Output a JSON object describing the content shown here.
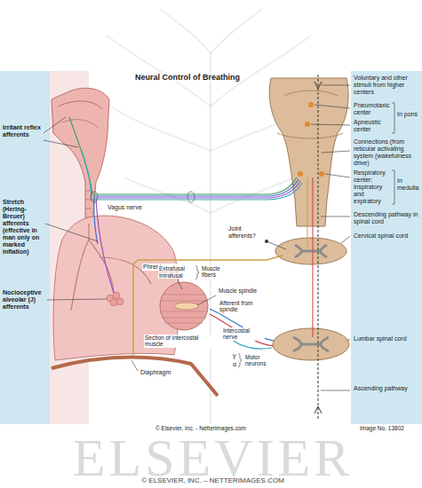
{
  "diagram": {
    "title": "Neural Control of Breathing",
    "labels": [
      "Irritant reflex afferents",
      "Stretch (Hering-Breuer) afferents (effective in man only on marked inflation)",
      "Nocioceptive alveolar (J) afferents",
      "Vagus nerve",
      "Phrenic nerve",
      "Joint afferents?",
      "Extrafusal",
      "Intrafusal",
      "Muscle fibers",
      "Muscle spindle",
      "Afferent from spindle",
      "Section of intercostal muscle",
      "Intercostal nerve",
      "γ",
      "α",
      "Motor neurons",
      "Diaphragm",
      "Voluntary and other stimuli from higher centers",
      "Pneumotaxic center",
      "Apneustic center",
      "In pons",
      "Connections (from reticular activating system (wakefulness drive)",
      "Respiratory center; inspiratory and expiratory",
      "In medulla",
      "Descending pathway in spinal cord",
      "Cervical spinal cord",
      "Lumbar spinal cord",
      "Ascending pathway",
      "© Elsevier, Inc. - Netterimages.com",
      "Image No. 13802",
      "ELSEVIER",
      "© ELSEVIER, INC. – NETTERIMAGES.COM"
    ]
  }
}
